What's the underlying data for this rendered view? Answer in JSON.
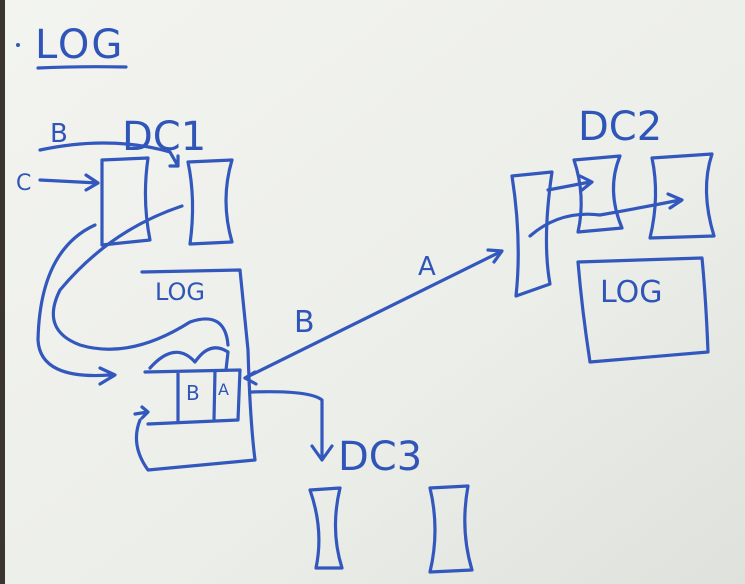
{
  "colors": {
    "ink": "#3358bd",
    "board": "#eef0ec",
    "frame": "#3b3530"
  },
  "heading": "LOG",
  "dc1": {
    "label": "DC1",
    "arrow_label": "B",
    "client_label": "C",
    "log_label": "LOG",
    "entry_b": "B",
    "entry_a": "A"
  },
  "dc2": {
    "label": "DC2",
    "log_label": "LOG"
  },
  "dc3": {
    "label": "DC3"
  },
  "links": {
    "to_dc2_label": "B",
    "from_dc2_label": "A"
  }
}
